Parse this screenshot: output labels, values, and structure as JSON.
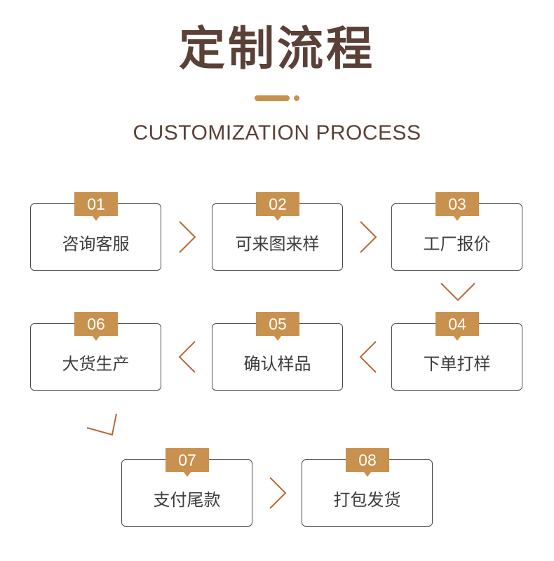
{
  "header": {
    "title": "定制流程",
    "subtitle": "CUSTOMIZATION PROCESS"
  },
  "accent_color": "#c9914e",
  "arrow_color": "#b8683a",
  "text_color": "#5a4037",
  "steps": [
    {
      "number": "01",
      "label": "咨询客服"
    },
    {
      "number": "02",
      "label": "可来图来样"
    },
    {
      "number": "03",
      "label": "工厂报价"
    },
    {
      "number": "04",
      "label": "下单打样"
    },
    {
      "number": "05",
      "label": "确认样品"
    },
    {
      "number": "06",
      "label": "大货生产"
    },
    {
      "number": "07",
      "label": "支付尾款"
    },
    {
      "number": "08",
      "label": "打包发货"
    }
  ],
  "arrows": [
    {
      "from": "01",
      "to": "02",
      "direction": "right"
    },
    {
      "from": "02",
      "to": "03",
      "direction": "right"
    },
    {
      "from": "03",
      "to": "04",
      "direction": "down"
    },
    {
      "from": "04",
      "to": "05",
      "direction": "left"
    },
    {
      "from": "05",
      "to": "06",
      "direction": "left"
    },
    {
      "from": "06",
      "to": "07",
      "direction": "down-right"
    },
    {
      "from": "07",
      "to": "08",
      "direction": "right"
    }
  ]
}
